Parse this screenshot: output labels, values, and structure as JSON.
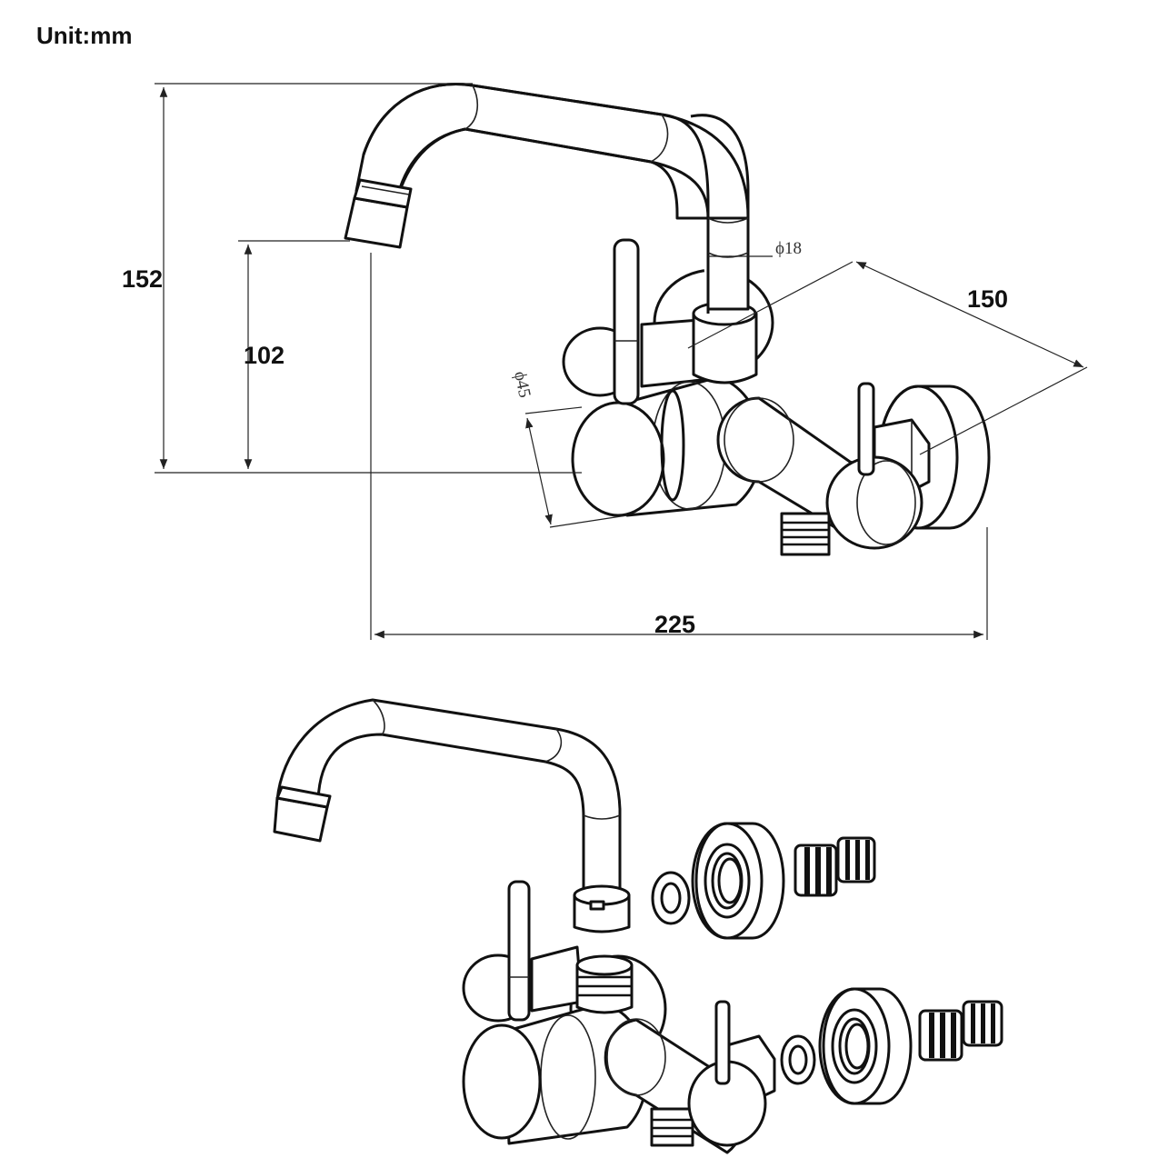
{
  "unit_label": "Unit:mm",
  "dimensions": {
    "total_height": "152",
    "spout_height": "102",
    "wall_projection": "150",
    "total_width": "225",
    "spout_diameter": "ϕ18",
    "body_diameter": "ϕ45"
  }
}
